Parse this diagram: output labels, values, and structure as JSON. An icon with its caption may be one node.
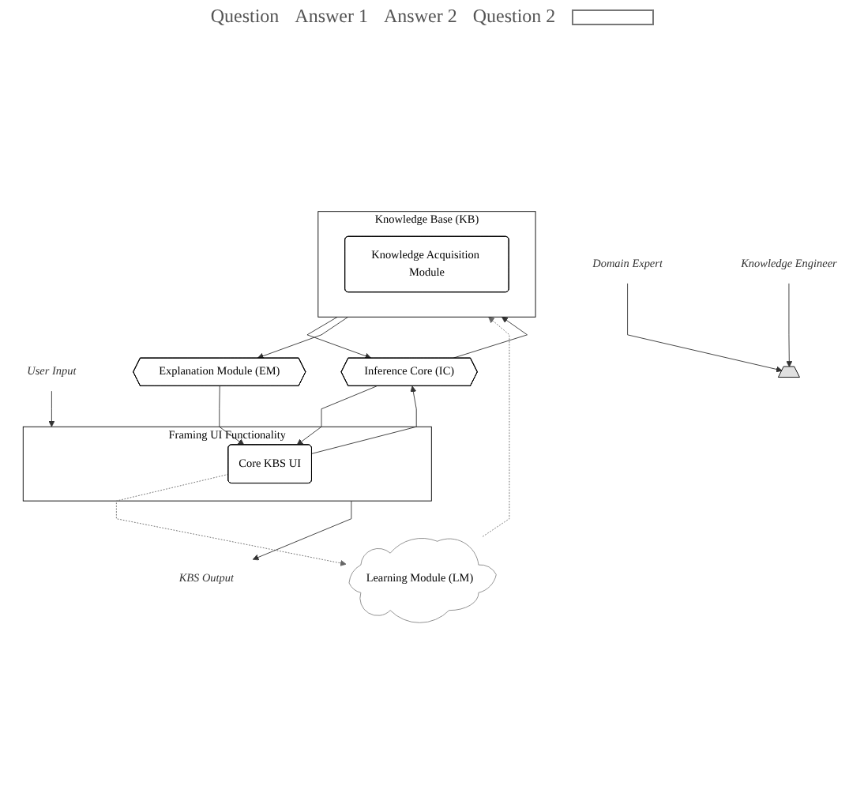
{
  "diagram": {
    "nodes": [
      {
        "text": [
          "Framing UI Functionality"
        ]
      },
      {
        "text": [
          "Core KBS UI"
        ],
        "in": 0
      },
      {
        "text": [
          "User Input"
        ]
      },
      {
        "text": [
          "KBS Output"
        ]
      },
      {
        "text": [
          "Inference Core (IC)"
        ]
      },
      {
        "text": [
          "Learning Module (LM)"
        ]
      },
      {
        "text": [
          "Explanation Module (EM)"
        ]
      },
      {
        "text": [
          "Knowledge Base (KB)"
        ]
      },
      {
        "text": [
          "Knowledge Acquisition Module"
        ],
        "in": 7
      },
      {
        "text": [],
        "shape": "box"
      },
      {
        "text": [
          "Domain Expert"
        ]
      },
      {
        "text": [
          "Knowledge Engineer"
        ]
      }
    ],
    "edges": [
      {
        "from": 2,
        "to": 0,
        "arrow": "to"
      },
      {
        "from": 0,
        "to": 3,
        "arrow": "to"
      },
      {
        "from": 1,
        "to": 4,
        "arrow": "to"
      },
      {
        "from": 4,
        "to": 1,
        "arrow": "to"
      },
      {
        "from": 1,
        "to": 5,
        "arrow": "to",
        "style": "dashed",
        "color": "#666666"
      },
      {
        "from": 6,
        "to": 1,
        "arrow": "to"
      },
      {
        "from": 4,
        "to": 7,
        "arrow": "to"
      },
      {
        "from": 7,
        "to": 4,
        "arrow": "to"
      },
      {
        "from": 5,
        "to": 7,
        "arrow": "to",
        "style": "dashed",
        "color": "#666666"
      },
      {
        "from": 7,
        "to": 6,
        "arrow": "to"
      },
      {
        "from": 10,
        "to": 9,
        "arrow": "to"
      },
      {
        "from": 11,
        "to": 9,
        "arrow": "to"
      }
    ],
    "labels": [
      "Question",
      "Answer 1",
      "Answer 2",
      "Question 2"
    ]
  }
}
